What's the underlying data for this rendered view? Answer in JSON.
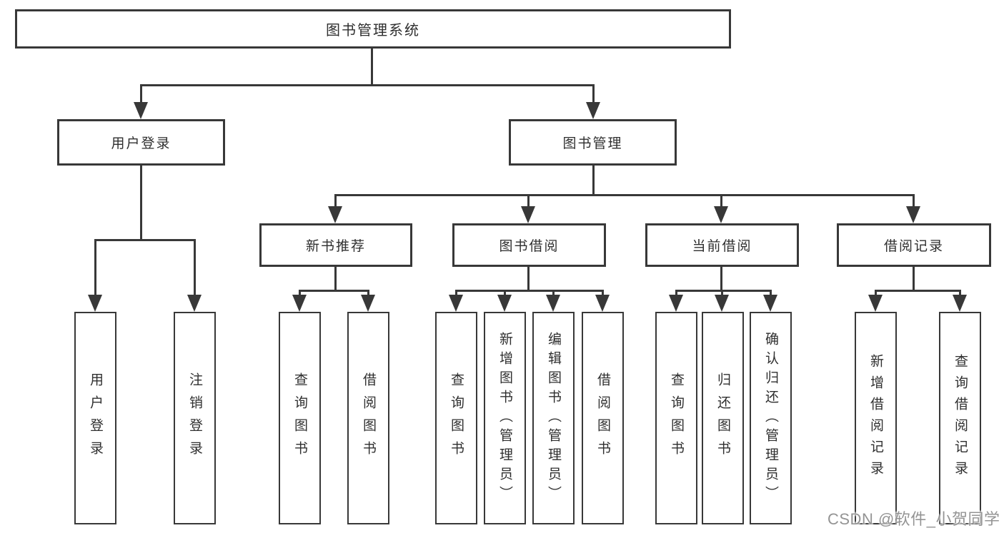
{
  "diagram": {
    "type": "hierarchy-tree",
    "line_color": "#383838",
    "background_color": "#ffffff"
  },
  "tree": {
    "root": {
      "label": "图书管理系统",
      "children": [
        {
          "label": "用户登录",
          "children": [
            {
              "label": "用户登录"
            },
            {
              "label": "注销登录"
            }
          ]
        },
        {
          "label": "图书管理",
          "children": [
            {
              "label": "新书推荐",
              "children": [
                {
                  "label": "查询图书"
                },
                {
                  "label": "借阅图书"
                }
              ]
            },
            {
              "label": "图书借阅",
              "children": [
                {
                  "label": "查询图书"
                },
                {
                  "label": "新增图书（管理员）"
                },
                {
                  "label": "编辑图书（管理员）"
                },
                {
                  "label": "借阅图书"
                }
              ]
            },
            {
              "label": "当前借阅",
              "children": [
                {
                  "label": "查询图书"
                },
                {
                  "label": "归还图书"
                },
                {
                  "label": "确认归还（管理员）"
                }
              ]
            },
            {
              "label": "借阅记录",
              "children": [
                {
                  "label": "新增借阅记录"
                },
                {
                  "label": "查询借阅记录"
                }
              ]
            }
          ]
        }
      ]
    }
  },
  "watermark": "CSDN @软件_小贺同学"
}
